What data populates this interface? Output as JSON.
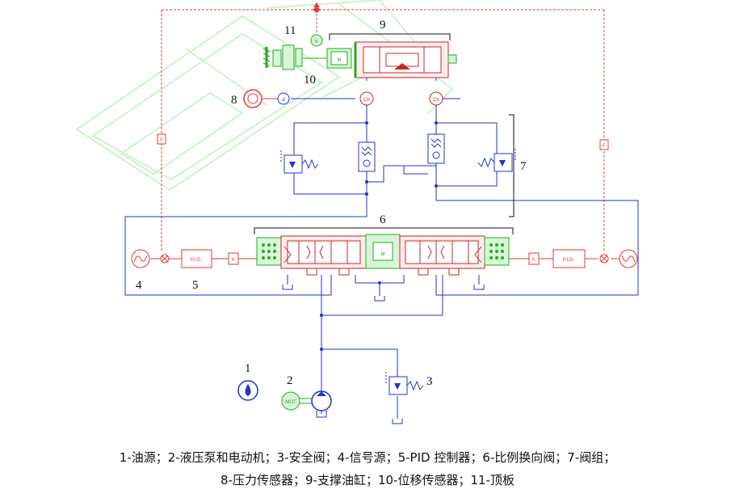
{
  "labels": {
    "l1": "1",
    "l2": "2",
    "l3": "3",
    "l4": "4",
    "l5": "5",
    "l6": "6",
    "l7": "7",
    "l8": "8",
    "l9": "9",
    "l10": "10",
    "l11": "11"
  },
  "symbols": {
    "pid": "P.I.D.",
    "pid_mirror": "P.I.D.",
    "motor": "MOT",
    "servo_motor": "M",
    "check": "Ch",
    "displacement": "d",
    "gain": "K",
    "force": "F"
  },
  "caption": {
    "line1": "1-油源；2-液压泵和电动机；3-安全阀；4-信号源；5-PID 控制器；6-比例换向阀；7-阀组；",
    "line2": "8-压力传感器；9-支撑油缸；10-位移传感器；11-顶板"
  },
  "colors": {
    "hydraulic": "#2233cc",
    "signal": "#e53935",
    "mechanical": "#1fae1f",
    "watermark": "#c8f0c8"
  }
}
